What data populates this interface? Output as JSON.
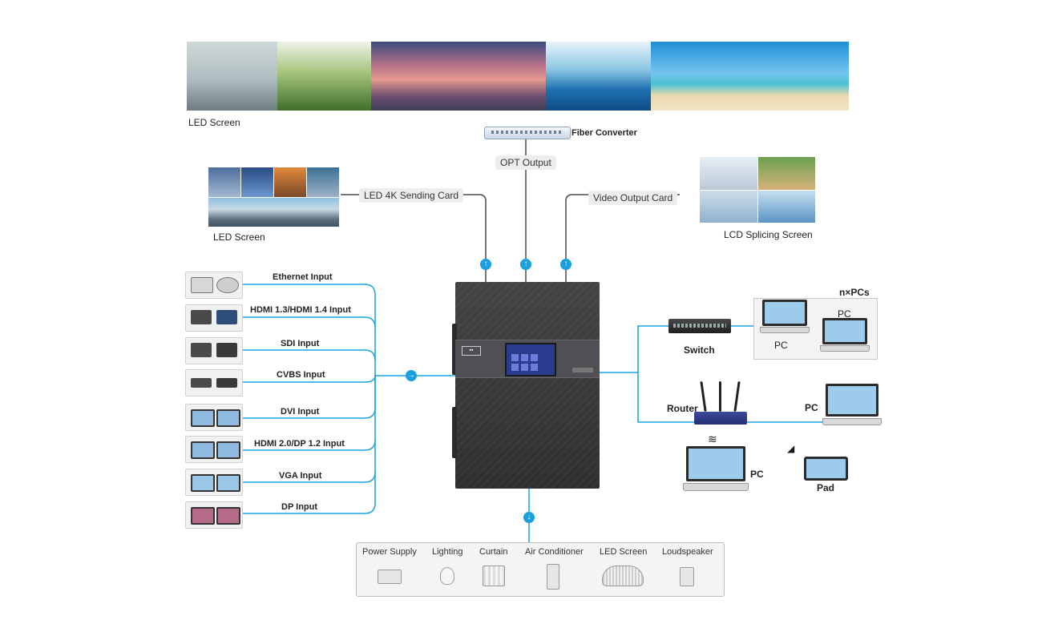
{
  "top_led": {
    "label": "LED  Screen"
  },
  "fiber": {
    "label": "Fiber Converter"
  },
  "opt_output": {
    "label": "OPT Output"
  },
  "led_sending": {
    "label": "LED  4K Sending Card"
  },
  "led2": {
    "label": "LED  Screen"
  },
  "video_output": {
    "label": "Video Output Card"
  },
  "lcd": {
    "label": "LCD Splicing Screen"
  },
  "inputs": [
    {
      "label": "Ethernet Input"
    },
    {
      "label": "HDMI 1.3/HDMI 1.4  Input"
    },
    {
      "label": "SDI Input"
    },
    {
      "label": "CVBS Input"
    },
    {
      "label": "DVI Input"
    },
    {
      "label": "HDMI 2.0/DP 1.2 Input"
    },
    {
      "label": "VGA Input"
    },
    {
      "label": "DP Input"
    }
  ],
  "network": {
    "npcs": "n×PCs",
    "pc_a": "PC",
    "pc_b": "PC",
    "switch": "Switch",
    "router": "Router",
    "pc_router": "PC",
    "pc_wifi": "PC",
    "pad": "Pad"
  },
  "appliances": [
    {
      "label": "Power Supply",
      "icon": "power-supply-icon"
    },
    {
      "label": "Lighting",
      "icon": "bulb-icon"
    },
    {
      "label": "Curtain",
      "icon": "curtain-icon"
    },
    {
      "label": "Air Conditioner",
      "icon": "air-conditioner-icon"
    },
    {
      "label": "LED Screen",
      "icon": "led-screen-icon"
    },
    {
      "label": "Loudspeaker",
      "icon": "speaker-icon"
    }
  ],
  "colors": {
    "line": "#1aa3e0",
    "arrow": "#19a0e0",
    "processor": "#3b3b3d"
  }
}
